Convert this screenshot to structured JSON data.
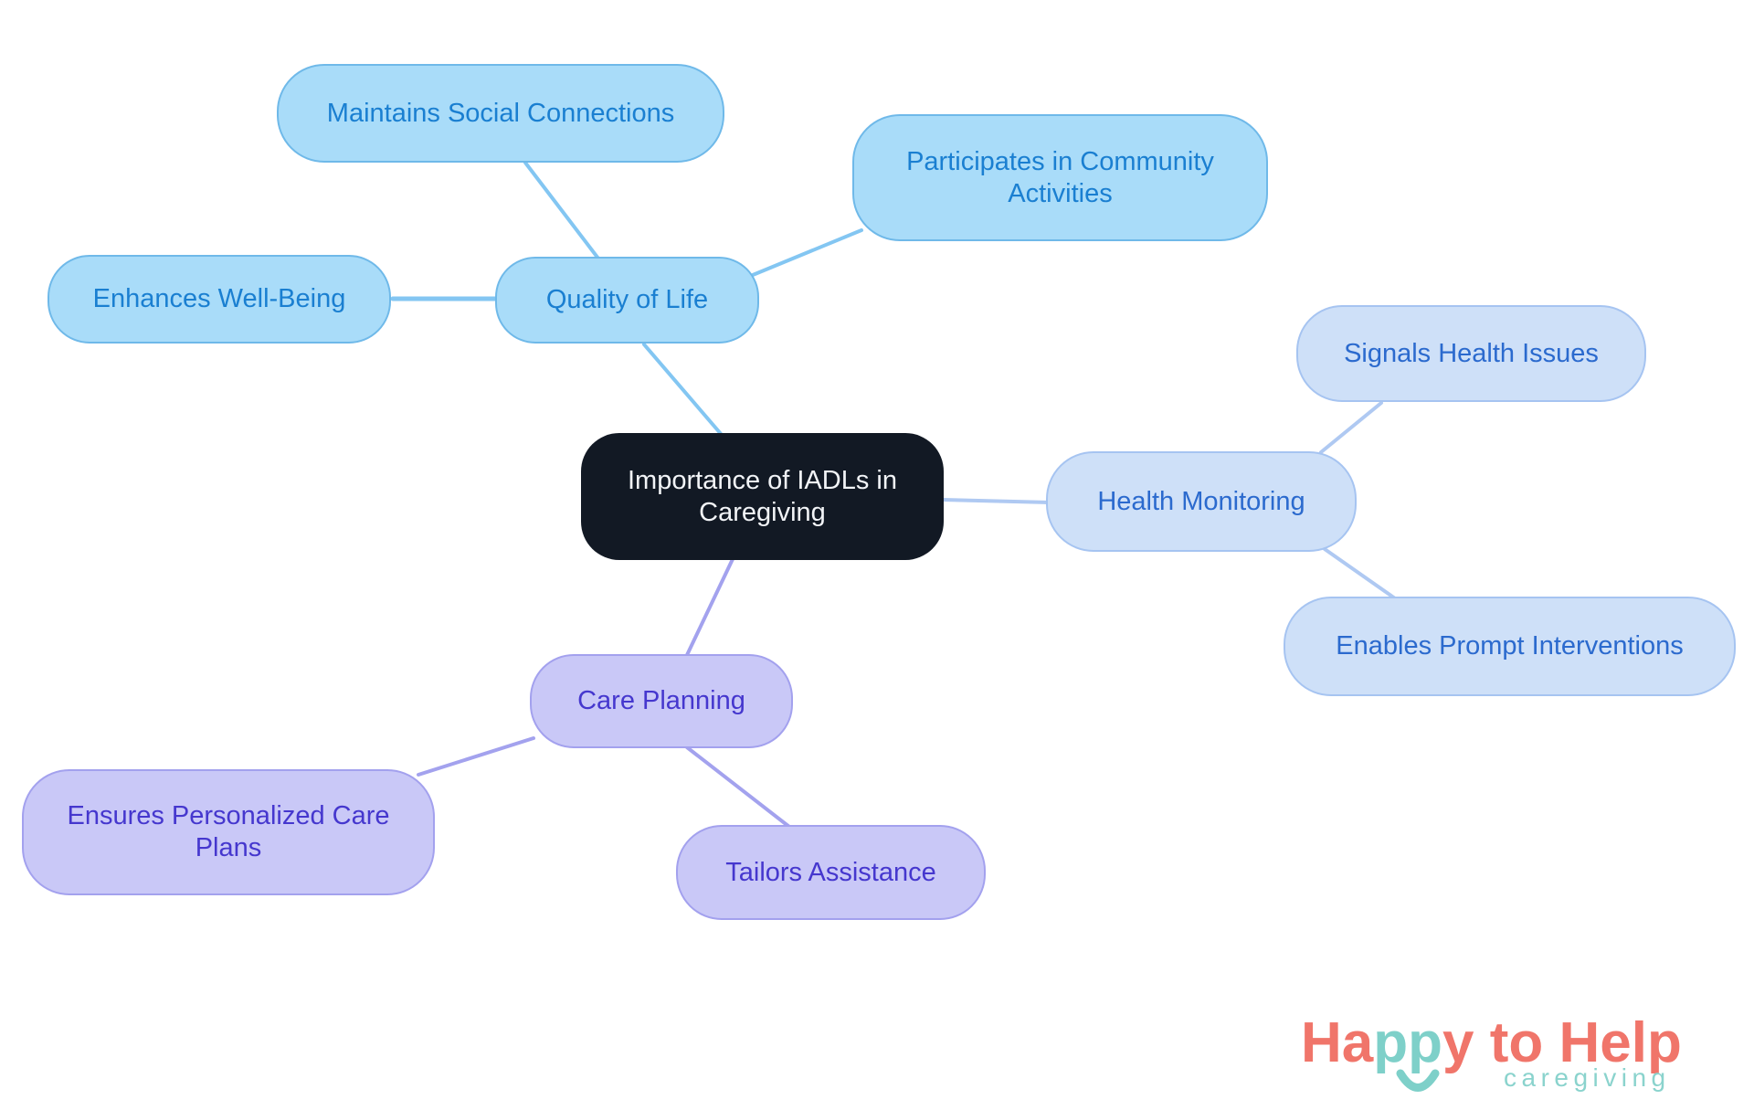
{
  "central": {
    "label": "Importance of IADLs in Caregiving"
  },
  "branches": [
    {
      "id": "quality-of-life",
      "label": "Quality of Life",
      "children": [
        "Maintains Social Connections",
        "Participates in Community Activities",
        "Enhances Well-Being"
      ]
    },
    {
      "id": "health-monitoring",
      "label": "Health Monitoring",
      "children": [
        "Signals Health Issues",
        "Enables Prompt Interventions"
      ]
    },
    {
      "id": "care-planning",
      "label": "Care Planning",
      "children": [
        "Ensures Personalized Care Plans",
        "Tailors Assistance"
      ]
    }
  ],
  "colors": {
    "background": "#ffffff",
    "central_fill": "#121924",
    "central_text": "#f2f4f7",
    "sky_fill": "#a9dcf9",
    "sky_border": "#6fb9e9",
    "sky_text": "#1a7fd1",
    "sky_edge": "#83c6f2",
    "health_fill": "#cee0f8",
    "health_border": "#a6c4f1",
    "health_text": "#2b6ace",
    "health_edge": "#afc9f2",
    "care_fill": "#c9c8f7",
    "care_border": "#a3a1ee",
    "care_text": "#4537ce",
    "care_edge": "#a3a2ee",
    "logo_coral": "#f0756a",
    "logo_teal": "#7ed0c9",
    "logo_tagline_teal": "#8ad3cd"
  },
  "logo": {
    "part1": "Ha",
    "part2": "pp",
    "part3": "y to Help",
    "tagline": "caregiving"
  }
}
